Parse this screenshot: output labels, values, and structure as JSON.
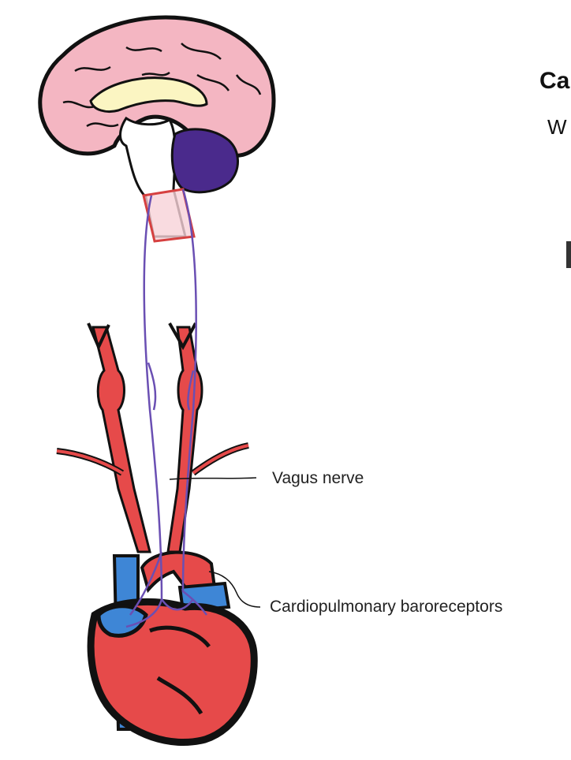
{
  "labels": {
    "vagus_nerve": "Vagus nerve",
    "cardiopulmonary_baroreceptors": "Cardiopulmonary baroreceptors"
  },
  "clipped_text": {
    "title_fragment": "Ca",
    "line2_fragment": "W"
  },
  "colors": {
    "brain_cortex": "#f4b6c2",
    "corpus_callosum": "#fbf5c2",
    "cerebellum": "#4a2a8c",
    "brainstem_box": "#d64040",
    "nerve": "#6a4fb3",
    "artery": "#e64a4a",
    "vein": "#3e86d6",
    "outline": "#111111"
  },
  "icons": [
    "brain-icon",
    "heart-icon",
    "carotid-artery-icon"
  ]
}
